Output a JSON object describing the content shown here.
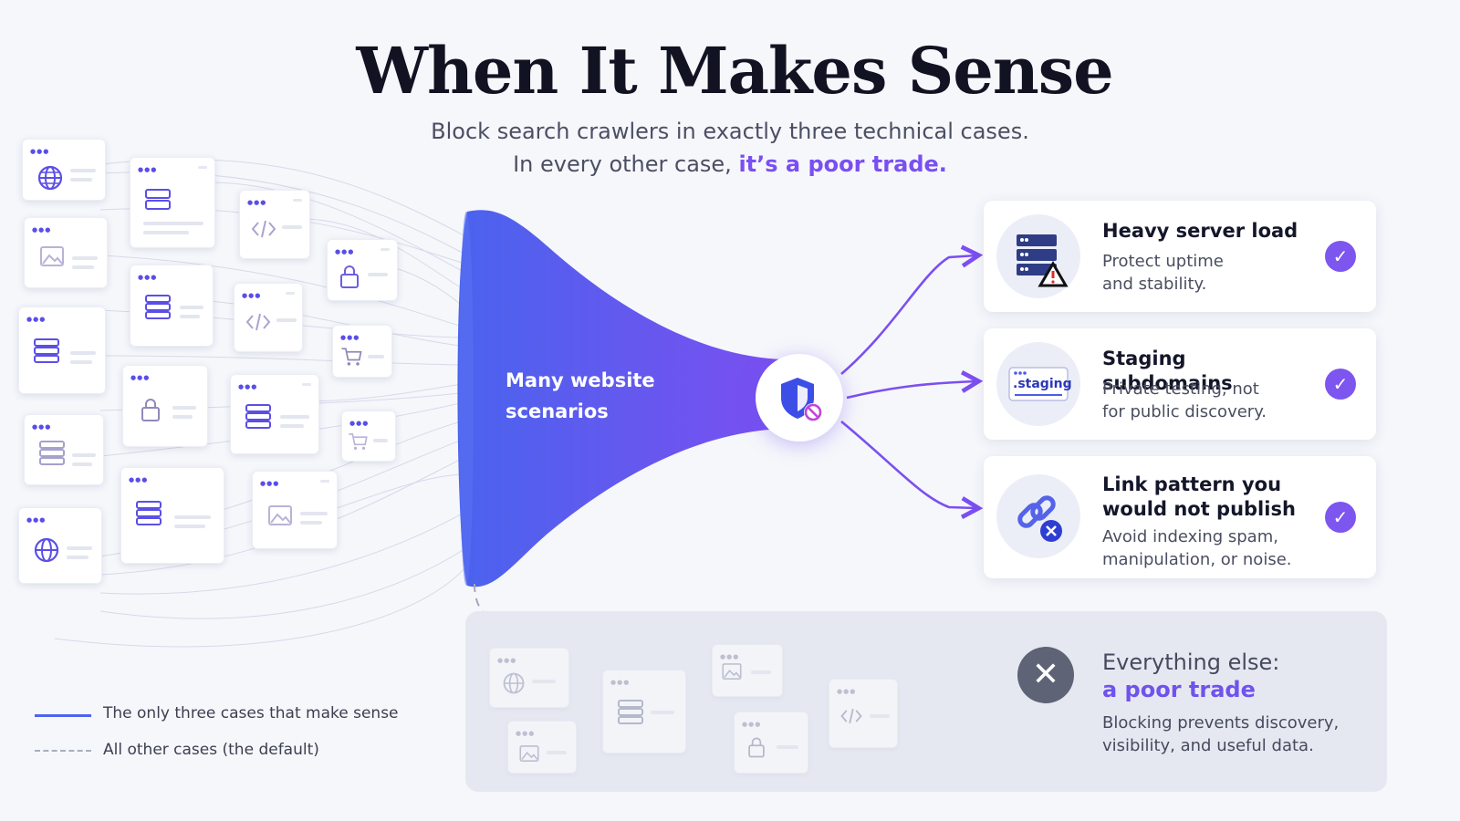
{
  "header": {
    "title": "When It Makes Sense",
    "subtitle_line1": "Block search crawlers in exactly three technical cases.",
    "subtitle_line2_prefix": "In every other case,",
    "subtitle_line2_highlight": "it’s a poor trade."
  },
  "funnel": {
    "label_line1": "Many website",
    "label_line2": "scenarios"
  },
  "cases": [
    {
      "title": "Heavy server load",
      "description_line1": "Protect uptime",
      "description_line2": "and stability.",
      "icon": "server-warning-icon"
    },
    {
      "title": "Staging subdomains",
      "description_line1": "Private testing, not",
      "description_line2": "for public discovery.",
      "icon": "staging-window-icon",
      "icon_text": ".staging"
    },
    {
      "title_line1": "Link pattern you",
      "title_line2": "would not publish",
      "description_line1": "Avoid indexing spam,",
      "description_line2": "manipulation, or noise.",
      "icon": "broken-link-icon"
    }
  ],
  "everything_else": {
    "title": "Everything else:",
    "subtitle": "a poor trade",
    "description_line1": "Blocking prevents discovery,",
    "description_line2": "visibility, and useful data."
  },
  "legend": {
    "solid_label": "The only three cases that make sense",
    "dashed_label": "All other cases (the default)"
  },
  "colors": {
    "accent": "#7a4ff2",
    "funnel_start": "#4a63ee",
    "funnel_end": "#7b4ff0",
    "check": "#7d55ef",
    "legend_solid": "#4e63ef",
    "muted_x": "#5e6376"
  }
}
